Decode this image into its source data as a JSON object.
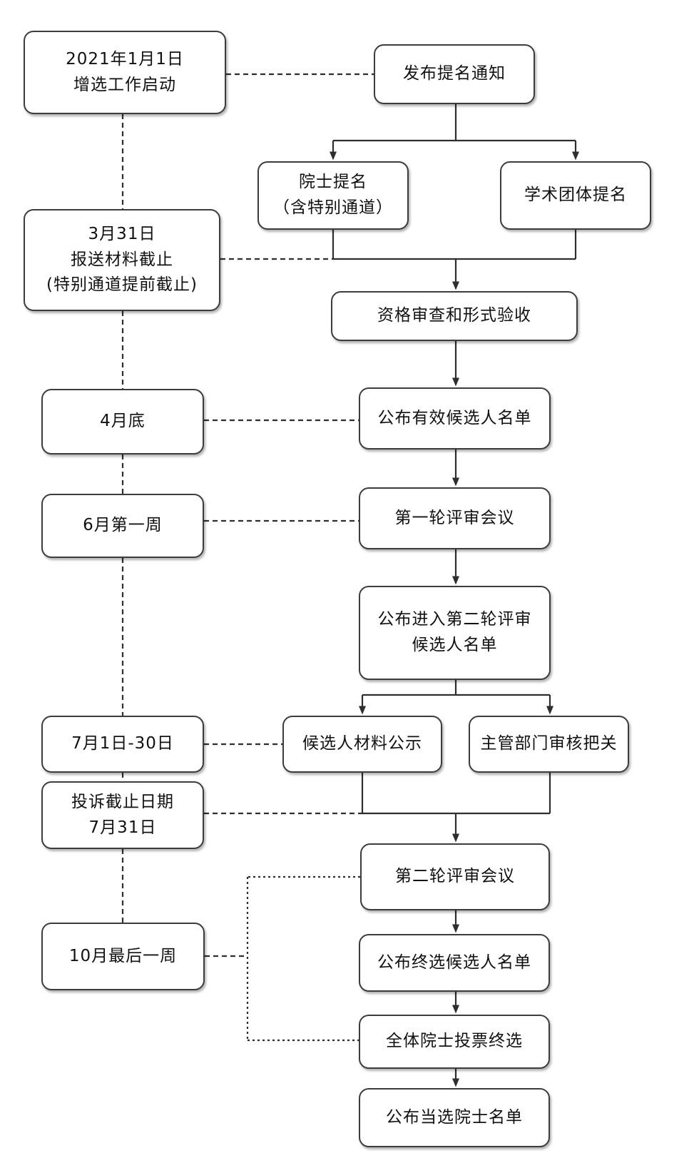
{
  "diagram": {
    "background_color": "#ffffff",
    "box_border_color": "#3c3c3c",
    "line_color": "#2e2e2e",
    "text_color": "#111111",
    "timeline": [
      {
        "id": "start-date",
        "lines": [
          "2021年1月1日",
          "增选工作启动"
        ]
      },
      {
        "id": "material-deadline",
        "lines": [
          "3月31日",
          "报送材料截止",
          "(特别通道提前截止)"
        ]
      },
      {
        "id": "end-of-april",
        "lines": [
          "4月底"
        ]
      },
      {
        "id": "first-week-of-june",
        "lines": [
          "6月第一周"
        ]
      },
      {
        "id": "july-1-to-30",
        "lines": [
          "7月1日-30日"
        ]
      },
      {
        "id": "complaint-deadline",
        "lines": [
          "投诉截止日期",
          "7月31日"
        ]
      },
      {
        "id": "last-week-of-october",
        "lines": [
          "10月最后一周"
        ]
      }
    ],
    "process": [
      {
        "id": "publish-nomination-notice",
        "lines": [
          "发布提名通知"
        ]
      },
      {
        "id": "academician-nomination",
        "lines": [
          "院士提名",
          "（含特别通道）"
        ]
      },
      {
        "id": "academic-society-nomination",
        "lines": [
          "学术团体提名"
        ]
      },
      {
        "id": "qualification-and-format-review",
        "lines": [
          "资格审查和形式验收"
        ]
      },
      {
        "id": "valid-candidates-announcement",
        "lines": [
          "公布有效候选人名单"
        ]
      },
      {
        "id": "first-round-review-meeting",
        "lines": [
          "第一轮评审会议"
        ]
      },
      {
        "id": "second-round-candidates-announcement",
        "lines": [
          "公布进入第二轮评审",
          "候选人名单"
        ]
      },
      {
        "id": "candidate-materials-publicity",
        "lines": [
          "候选人材料公示"
        ]
      },
      {
        "id": "supervising-authorities-review",
        "lines": [
          "主管部门审核把关"
        ]
      },
      {
        "id": "second-round-review-meeting",
        "lines": [
          "第二轮评审会议"
        ]
      },
      {
        "id": "final-candidates-announcement",
        "lines": [
          "公布终选候选人名单"
        ]
      },
      {
        "id": "all-academicians-final-vote",
        "lines": [
          "全体院士投票终选"
        ]
      },
      {
        "id": "elected-academicians-announcement",
        "lines": [
          "公布当选院士名单"
        ]
      }
    ]
  }
}
